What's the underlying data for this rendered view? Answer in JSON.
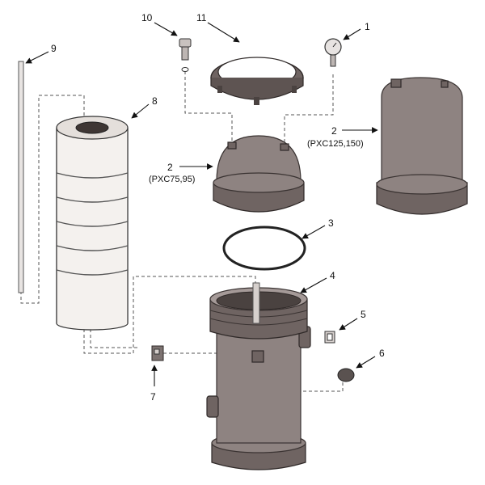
{
  "callouts": {
    "c1": "1",
    "c2_small": "2",
    "c2_small_model": "(PXC75,95)",
    "c2_large": "2",
    "c2_large_model": "(PXC125,150)",
    "c3": "3",
    "c4": "4",
    "c5": "5",
    "c6": "6",
    "c7": "7",
    "c8": "8",
    "c9": "9",
    "c10": "10",
    "c11": "11"
  },
  "colors": {
    "part_body": "#8e8381",
    "part_dark": "#6f6462",
    "cartridge": "#f4f1ee",
    "outline": "#2f2928"
  }
}
